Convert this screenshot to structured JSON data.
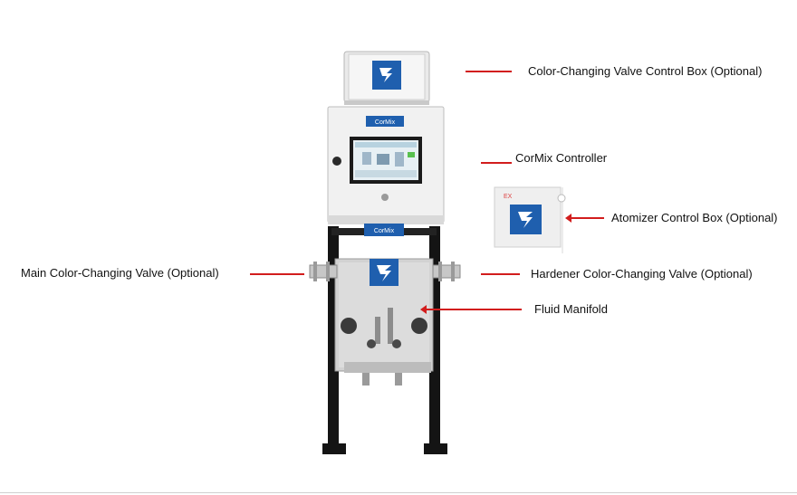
{
  "callouts": {
    "valve_box": "Color-Changing Valve Control Box (Optional)",
    "controller": "CorMix  Controller",
    "atomizer": "Atomizer Control Box (Optional)",
    "main_valve": "Main Color-Changing Valve (Optional)",
    "hardener_valve": "Hardener Color-Changing Valve (Optional)",
    "manifold": "Fluid Manifold"
  },
  "device": {
    "controller_badge": "CorMix",
    "manifold_badge": "CorMix",
    "atomizer_badge": "EX"
  },
  "colors": {
    "callout": "#d21d1d",
    "brand": "#1f5fae"
  }
}
